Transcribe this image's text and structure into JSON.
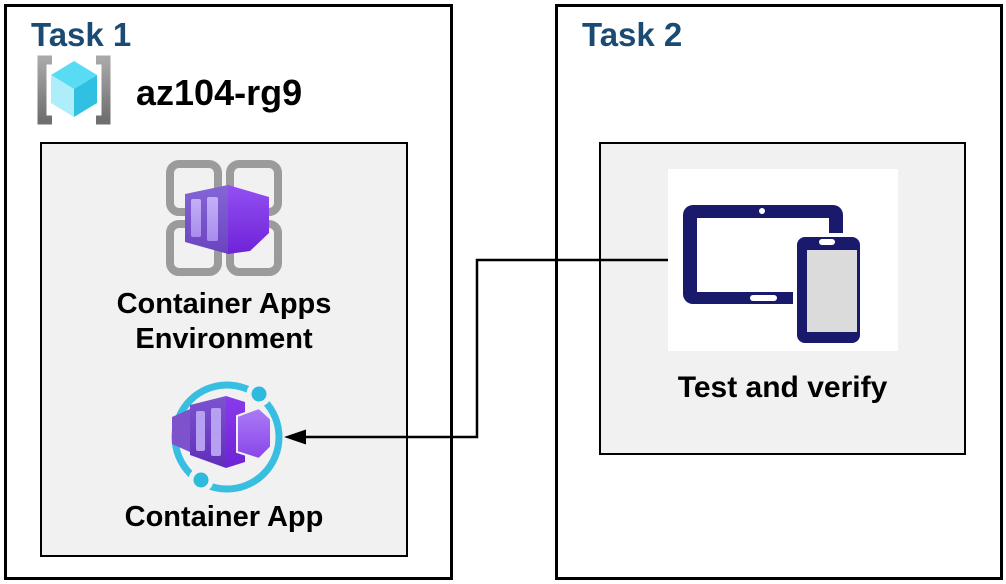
{
  "tasks": [
    {
      "title": "Task 1",
      "resource_group": {
        "name": "az104-rg9",
        "icon": "resource-group-icon"
      },
      "nodes": [
        {
          "label": "Container Apps Environment",
          "label_lines": [
            "Container Apps",
            "Environment"
          ],
          "icon": "container-apps-environment-icon"
        },
        {
          "label": "Container App",
          "icon": "container-app-icon"
        }
      ]
    },
    {
      "title": "Task 2",
      "nodes": [
        {
          "label": "Test and verify",
          "icon": "devices-icon"
        }
      ]
    }
  ],
  "connector": {
    "from": "Test and verify",
    "to": "Container App",
    "type": "elbow",
    "arrowhead": "at-container-app"
  },
  "colors": {
    "title_blue": "#1B4B73",
    "text_black": "#000000",
    "box_border": "#000000",
    "inner_panel_fill": "#F1F1F1",
    "outer_panel_fill": "#FFFFFF",
    "teal_accent": "#38BEE0",
    "purple_bright": "#8A3BEC",
    "purple_muted": "#7C54CF",
    "purple_light": "#AB7CF5",
    "purple_stripe": "#B7A0F2",
    "device_navy": "#1A1A6C",
    "device_screen_gray": "#DBDBDB",
    "cube_top": "#58DCF4",
    "cube_left": "#AEEDFA",
    "cube_right": "#30C1E2",
    "bracket_gray": "#909090",
    "grid_gray": "#9B9B9B",
    "connector_black": "#000000"
  }
}
